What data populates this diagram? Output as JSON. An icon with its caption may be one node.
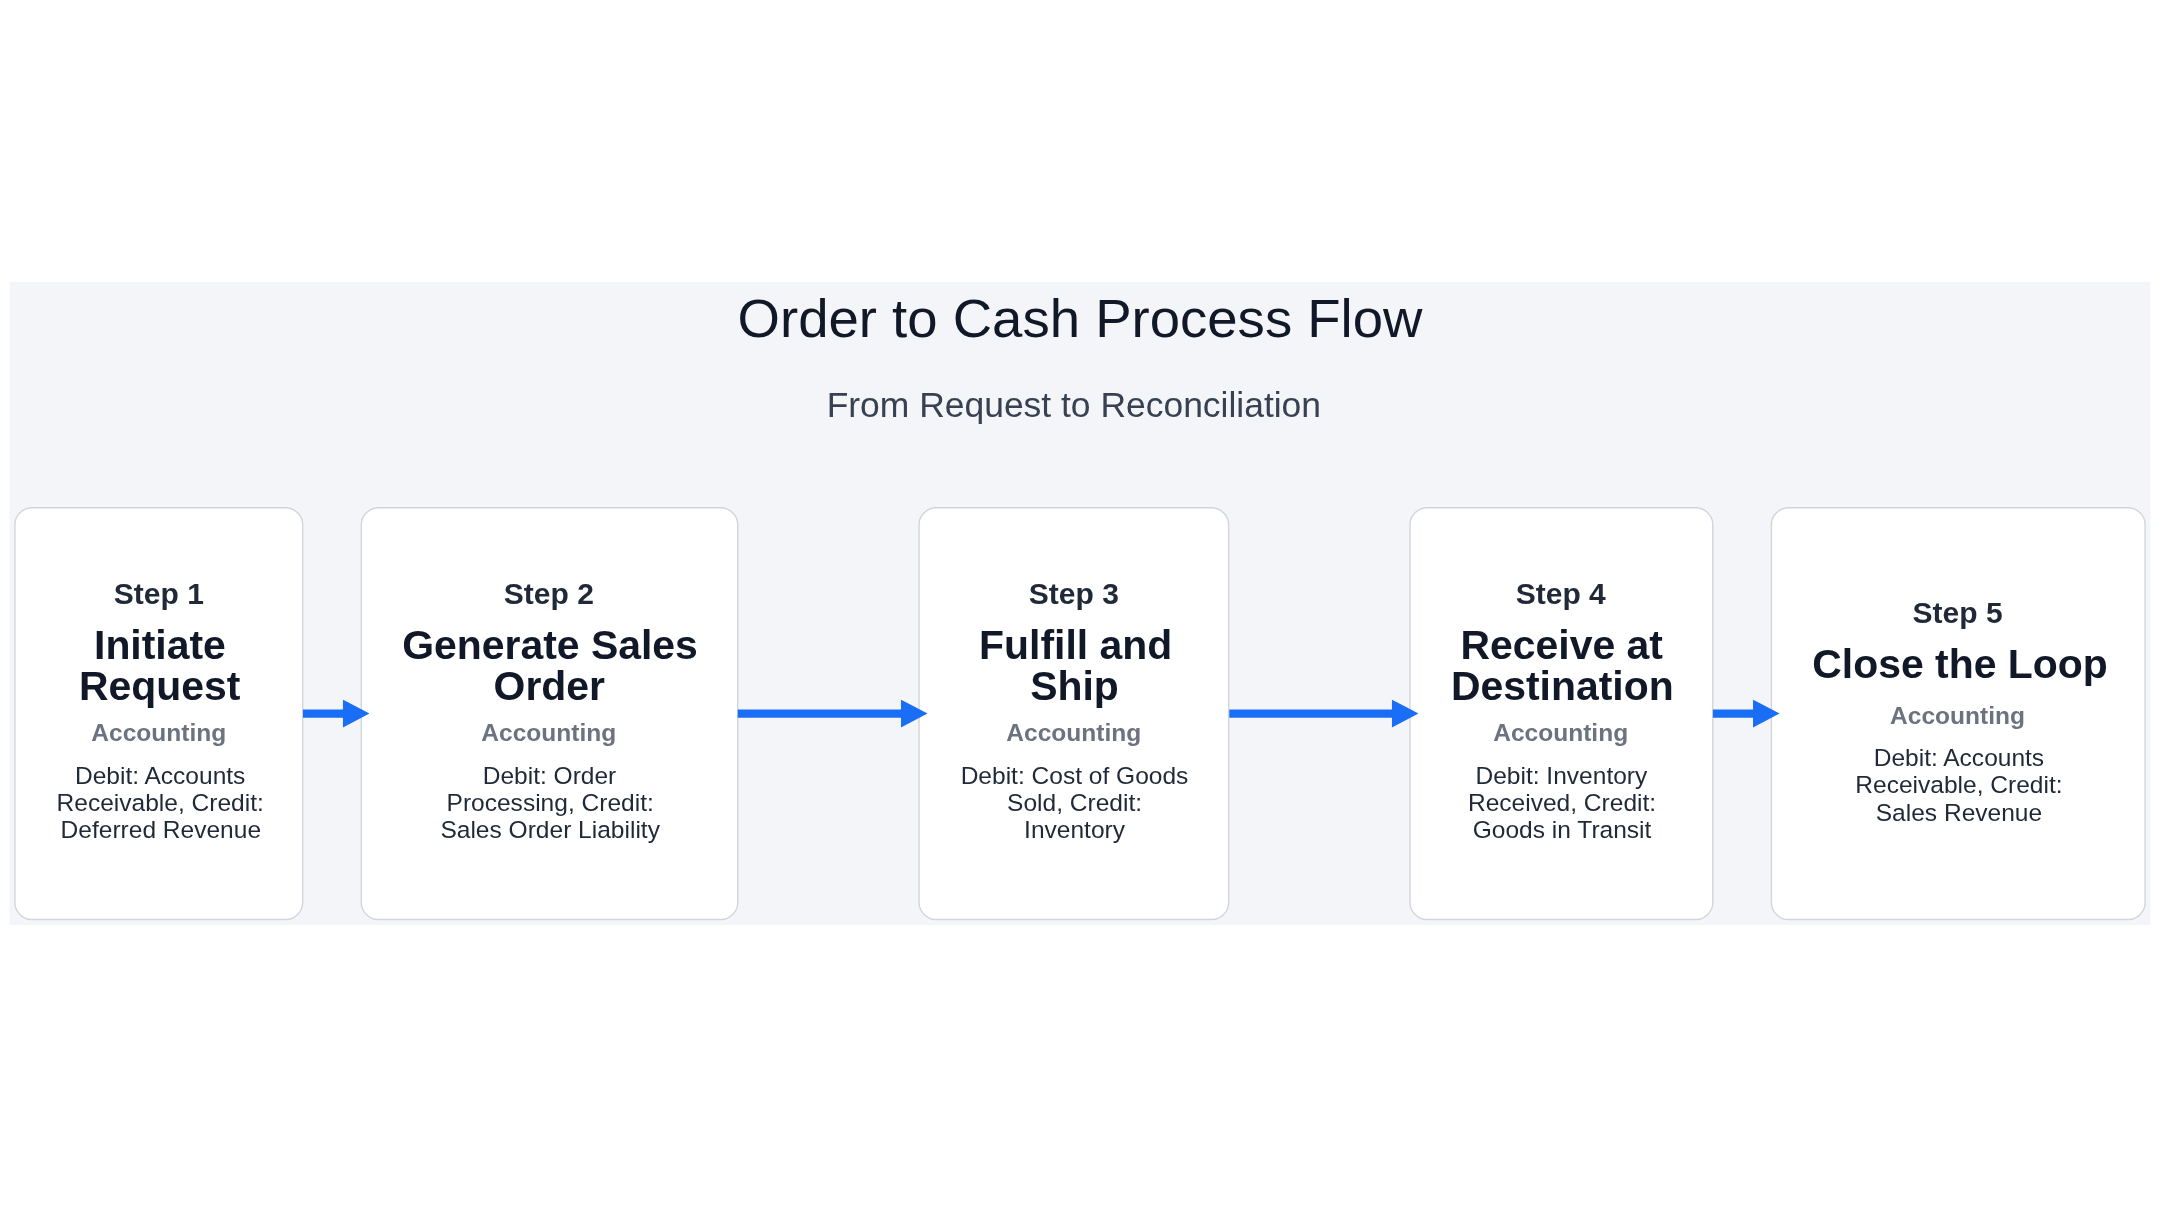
{
  "diagram": {
    "title": "Order to Cash Process Flow",
    "nodes": [
      {
        "text": [
          "Step 1",
          "Initiate Request",
          "Accounting",
          "Debit: Accounts Receivable, Credit: Deferred Revenue"
        ]
      },
      {
        "text": [
          "Step 2",
          "Generate Sales Order",
          "Accounting",
          "Debit: Order Processing, Credit: Sales Order Liability"
        ]
      },
      {
        "text": [
          "Step 3",
          "Fulfill and Ship",
          "Accounting",
          "Debit: Cost of Goods Sold, Credit: Inventory"
        ]
      },
      {
        "text": [
          "Step 4",
          "Receive at Destination",
          "Accounting",
          "Debit: Inventory Received, Credit: Goods in Transit"
        ]
      },
      {
        "text": [
          "Step 5",
          "Close the Loop",
          "Accounting",
          "Debit: Accounts Receivable, Credit: Sales Revenue"
        ]
      }
    ],
    "edges": [
      {
        "from": 0,
        "to": 1,
        "arrow": "to"
      },
      {
        "from": 1,
        "to": 2,
        "arrow": "to"
      },
      {
        "from": 2,
        "to": 3,
        "arrow": "to"
      },
      {
        "from": 3,
        "to": 4,
        "arrow": "to"
      }
    ],
    "labels": [
      "From Request to Reconciliation"
    ]
  }
}
